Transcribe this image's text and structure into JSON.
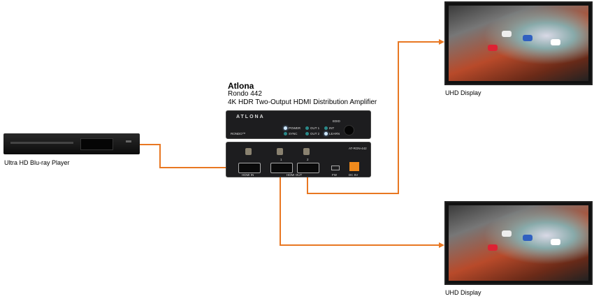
{
  "source": {
    "label": "Ultra HD Blu-ray Player"
  },
  "device": {
    "brand": "Atlona",
    "model": "Rondo 442",
    "description": "4K HDR Two-Output HDMI Distribution Amplifier",
    "front": {
      "logo": "ATLONA",
      "name": "RONDO™",
      "leds": [
        "POWER",
        "SYNC",
        "OUT 1",
        "OUT 2",
        "INT",
        "LEARN"
      ],
      "edid": "EDID"
    },
    "rear": {
      "model_code": "AT-RON-442",
      "ports": [
        "HDMI IN",
        "HDMI OUT",
        "1",
        "2",
        "FW",
        "DC 5V"
      ]
    }
  },
  "displays": [
    {
      "label": "UHD Display"
    },
    {
      "label": "UHD Display"
    }
  ],
  "colors": {
    "cable": "#e87722",
    "led_on": "#cfe8ff",
    "led_off": "#2a8a8a",
    "power_terminal": "#f08a1c"
  }
}
